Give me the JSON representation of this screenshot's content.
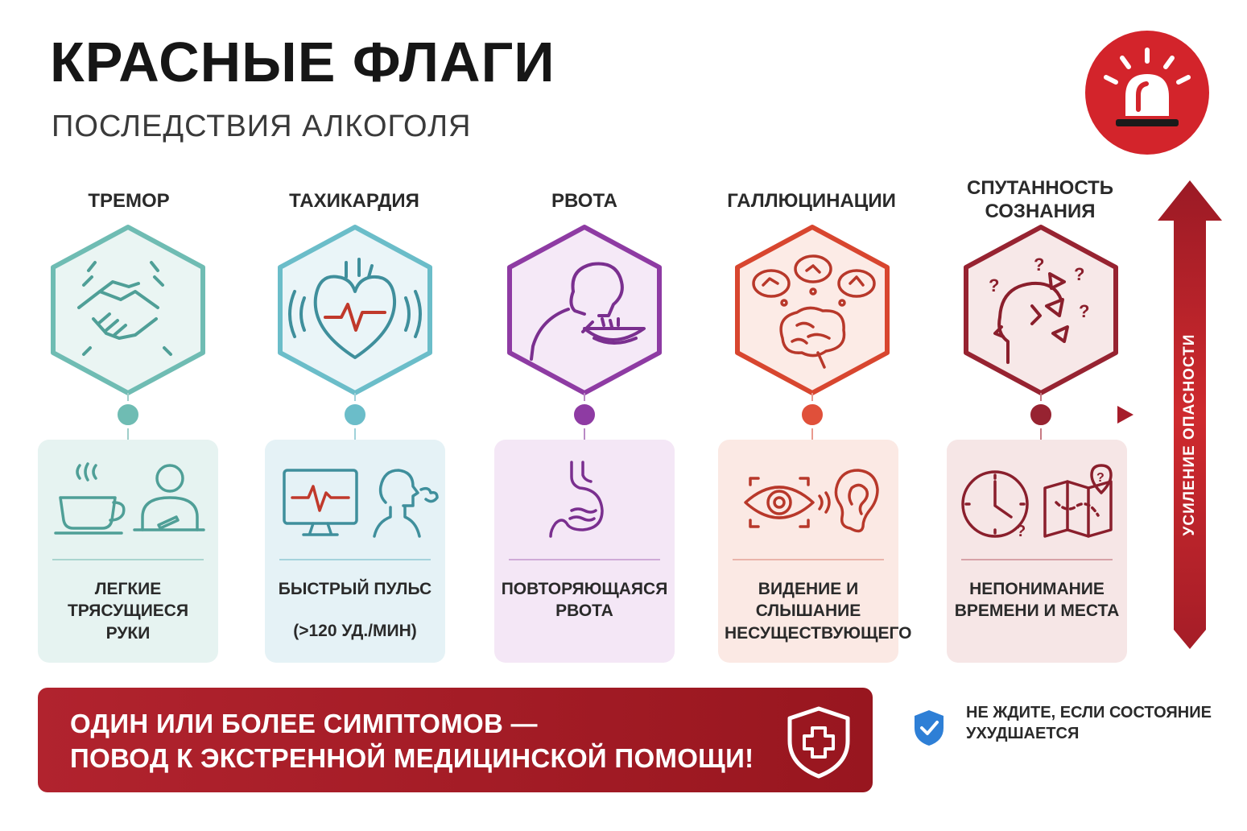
{
  "header": {
    "title": "КРАСНЫЕ ФЛАГИ",
    "subtitle": "ПОСЛЕДСТВИЯ АЛКОГОЛЯ"
  },
  "badge": {
    "icon": "siren-icon",
    "color": "#d3242b"
  },
  "danger_scale": {
    "label": "УСИЛЕНИЕ ОПАСНОСТИ",
    "icon": "arrow-up-icon"
  },
  "symptoms": [
    {
      "title": "ТРЕМОР",
      "color": "#5fb3ab",
      "card_bg": "#e6f3f1",
      "hex_icon": "shaking-hands-icon",
      "card_icons": [
        "coffee-cup-icon",
        "person-writing-icon"
      ],
      "description": "ЛЕГКИЕ ТРЯСУЩИЕСЯ РУКИ",
      "note": ""
    },
    {
      "title": "ТАХИКАРДИЯ",
      "color": "#5ab5c2",
      "card_bg": "#e5f2f6",
      "hex_icon": "heart-pulse-icon",
      "card_icons": [
        "heart-monitor-icon",
        "person-breathing-icon"
      ],
      "description": "БЫСТРЫЙ ПУЛЬС",
      "note": "(>120 УД./МИН)"
    },
    {
      "title": "РВОТА",
      "color": "#8b3aa0",
      "card_bg": "#f4e7f6",
      "hex_icon": "person-vomiting-icon",
      "card_icons": [
        "stomach-icon"
      ],
      "description": "ПОВТОРЯЮЩАЯСЯ РВОТА",
      "note": ""
    },
    {
      "title": "ГАЛЛЮЦИНАЦИИ",
      "color": "#d8432d",
      "card_bg": "#fbe9e4",
      "hex_icon": "brain-visions-icon",
      "card_icons": [
        "eye-icon",
        "ear-icon"
      ],
      "description": "ВИДЕНИЕ И СЛЫШАНИЕ НЕСУЩЕСТВУЮЩЕГО",
      "note": ""
    },
    {
      "title": "СПУТАННОСТЬ СОЗНАНИЯ",
      "color": "#962230",
      "card_bg": "#f6e6e6",
      "hex_icon": "confused-head-icon",
      "card_icons": [
        "clock-icon",
        "map-icon"
      ],
      "description": "НЕПОНИМАНИЕ ВРЕМЕНИ И МЕСТА",
      "note": ""
    }
  ],
  "alert": {
    "line1": "ОДИН ИЛИ БОЛЕЕ СИМПТОМОВ —",
    "line2": "ПОВОД К ЭКСТРЕННОЙ МЕДИЦИНСКОЙ ПОМОЩИ!",
    "icon": "medical-shield-icon"
  },
  "note": {
    "text": "НЕ ЖДИТЕ, ЕСЛИ СОСТОЯНИЕ УХУДШАЕТСЯ",
    "icon": "check-shield-icon",
    "color": "#2e7fd6"
  }
}
